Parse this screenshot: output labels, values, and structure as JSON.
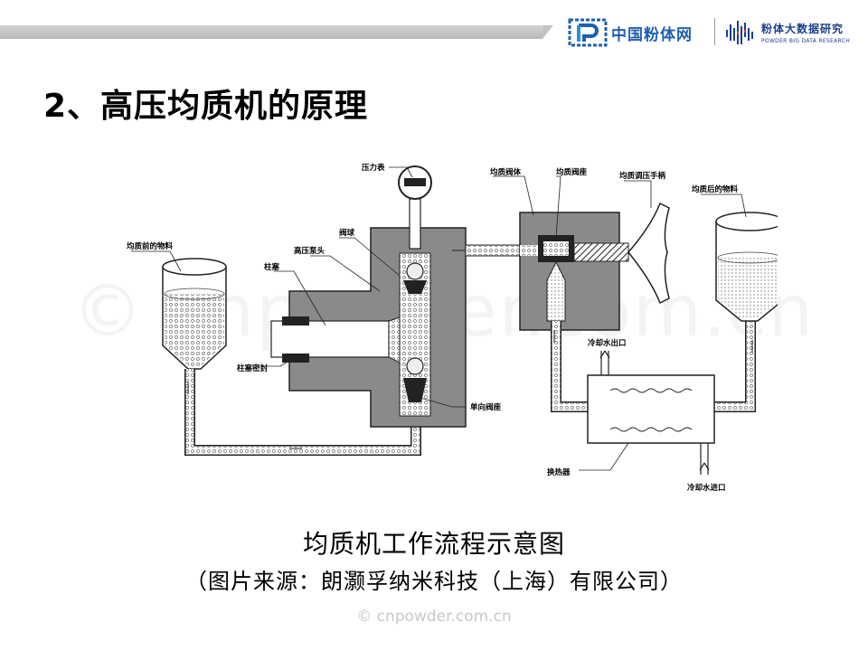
{
  "header": {
    "logo1_text": "中国粉体网",
    "logo2_cn": "粉体大数据研究",
    "logo2_en": "POWDER BIG DATA RESEARCH"
  },
  "slide": {
    "title": "2、高压均质机的原理"
  },
  "diagram": {
    "labels": {
      "pressure_gauge": "压力表",
      "valve_ball": "阀球",
      "high_pressure_pump_head": "高压泵头",
      "plunger": "柱塞",
      "material_before": "均质前的物料",
      "plunger_seal": "柱塞密封",
      "check_valve_seat": "单向阀座",
      "homogenizing_valve_body": "均质阀体",
      "homogenizing_valve_seat": "均质阀座",
      "homogenizing_pressure_handle": "均质调压手柄",
      "material_after": "均质后的物料",
      "cooling_water_outlet": "冷却水出口",
      "heat_exchanger": "换热器",
      "cooling_water_inlet": "冷却水进口"
    }
  },
  "caption": {
    "line1": "均质机工作流程示意图",
    "line2": "（图片来源：朗灏孚纳米科技（上海）有限公司）"
  },
  "watermark": {
    "text": "© cnpowder.com.cn",
    "big_text": "© cnpowder.com.cn"
  },
  "colors": {
    "brand_blue": "#1f5fb0",
    "machine_gray": "#8a8a8a",
    "gray_bar": "#c4c4c4"
  }
}
